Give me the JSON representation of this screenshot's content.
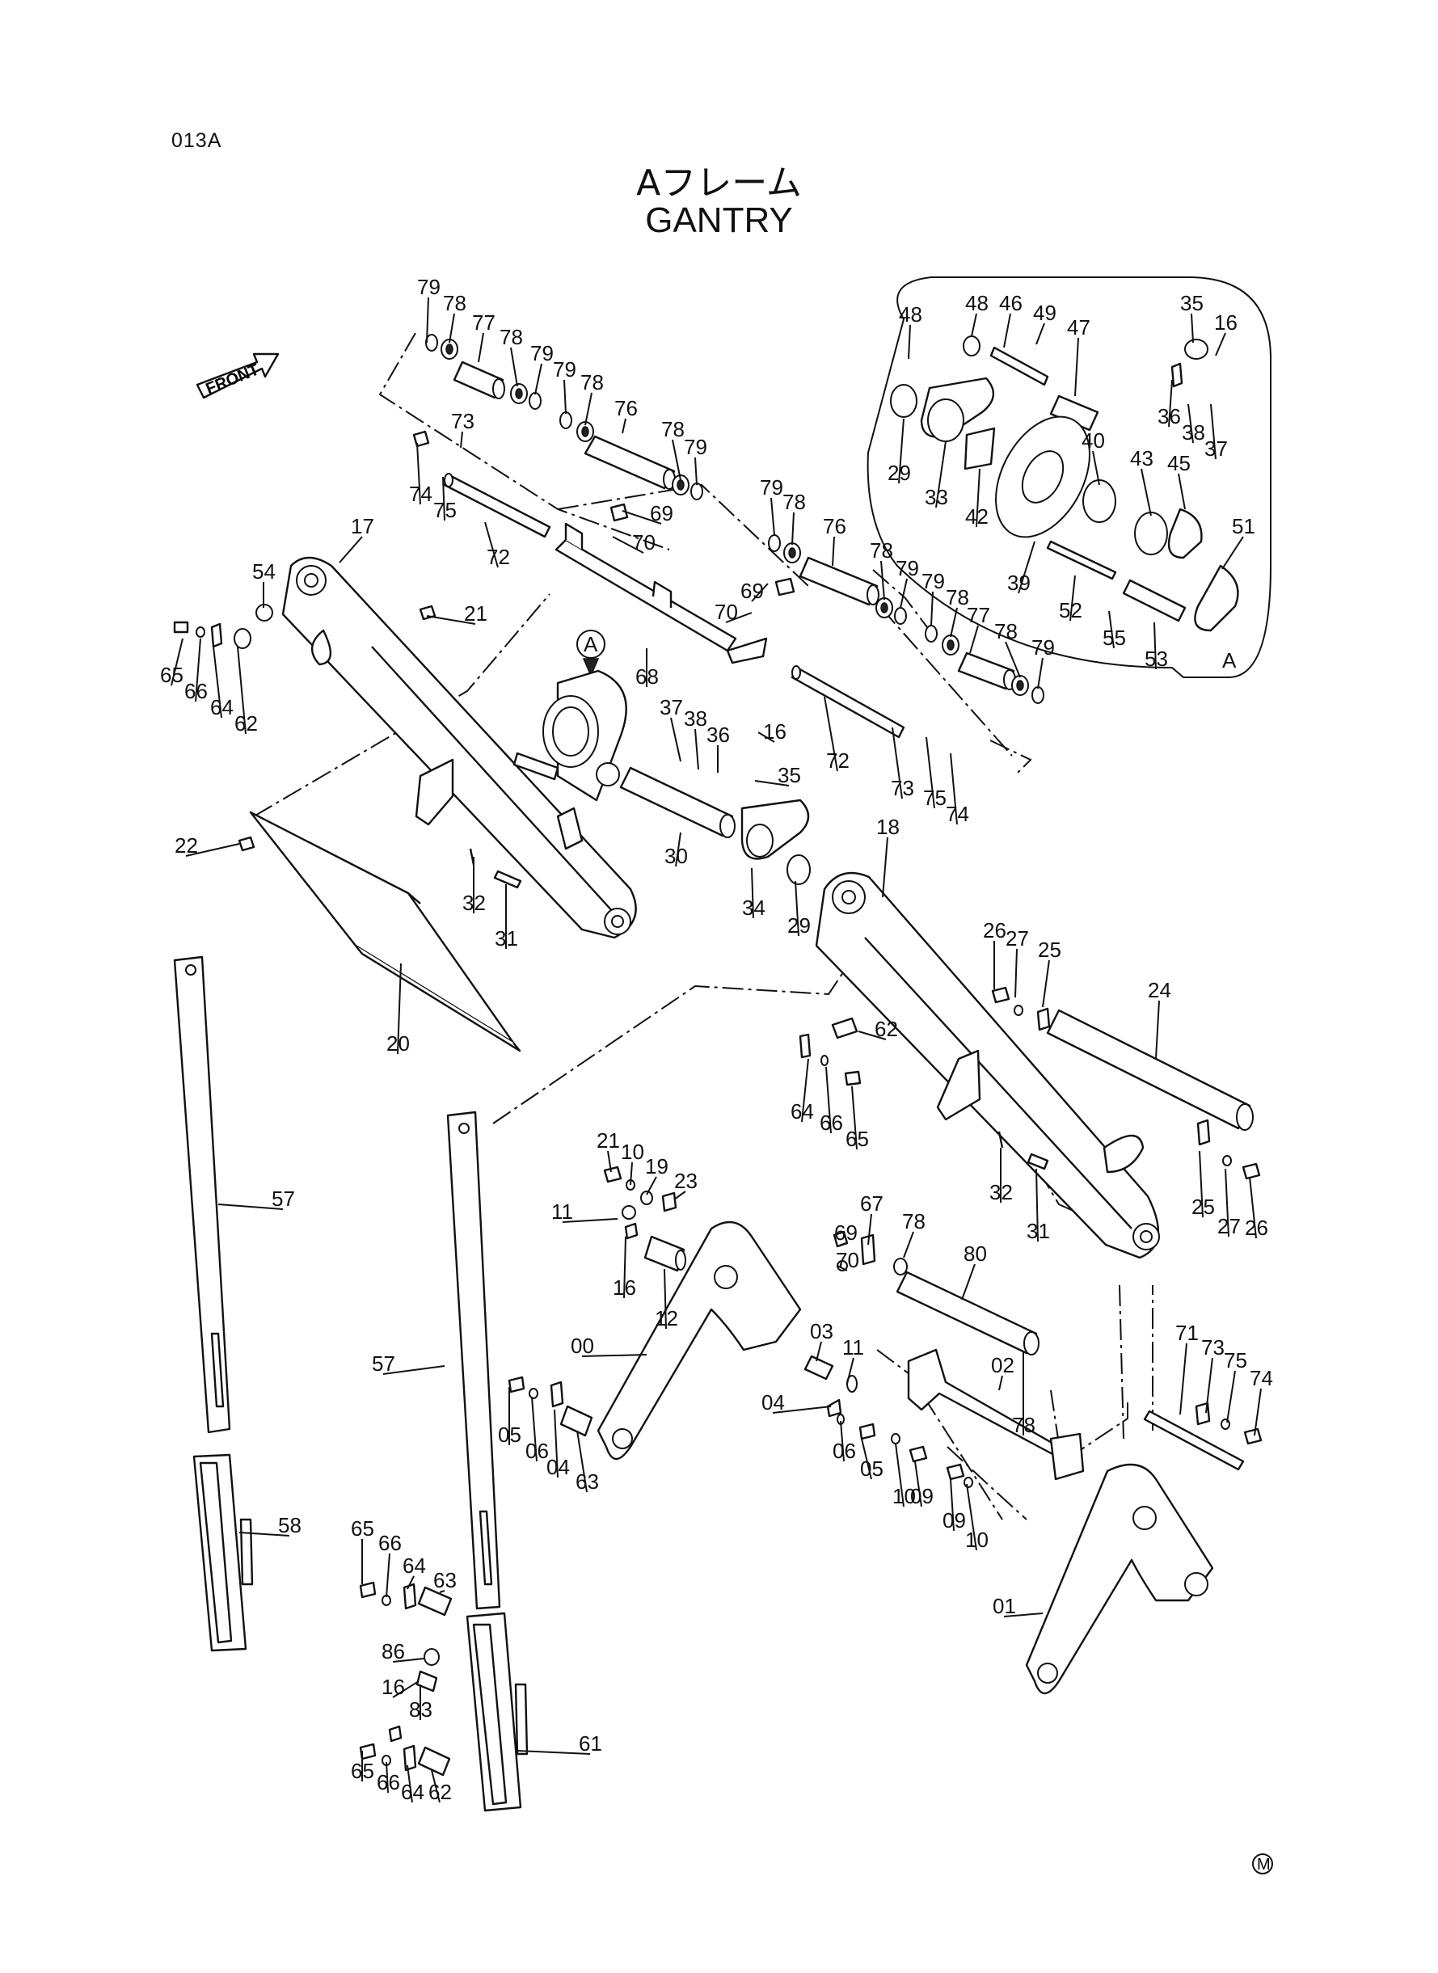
{
  "page_code": "013A",
  "title_jp": "Aフレーム",
  "title_en": "GANTRY",
  "front_label": "FRONT",
  "detail_label": "A",
  "detail_marker": "A",
  "copyright_mark": "M",
  "parts": [
    "79",
    "78",
    "77",
    "78",
    "79",
    "79",
    "78",
    "76",
    "78",
    "79",
    "73",
    "74",
    "75",
    "72",
    "69",
    "70",
    "48",
    "48",
    "46",
    "49",
    "47",
    "35",
    "16",
    "36",
    "38",
    "37",
    "29",
    "33",
    "42",
    "40",
    "43",
    "45",
    "39",
    "52",
    "55",
    "53",
    "51",
    "79",
    "78",
    "76",
    "78",
    "79",
    "69",
    "70",
    "79",
    "78",
    "77",
    "78",
    "79",
    "68",
    "73",
    "75",
    "74",
    "72",
    "17",
    "54",
    "21",
    "65",
    "66",
    "64",
    "62",
    "22",
    "32",
    "31",
    "20",
    "37",
    "38",
    "36",
    "16",
    "35",
    "30",
    "34",
    "29",
    "18",
    "26",
    "27",
    "25",
    "24",
    "62",
    "64",
    "66",
    "65",
    "32",
    "31",
    "25",
    "27",
    "26",
    "57",
    "57",
    "58",
    "21",
    "10",
    "19",
    "23",
    "11",
    "16",
    "12",
    "00",
    "67",
    "78",
    "69",
    "70",
    "80",
    "03",
    "11",
    "02",
    "78",
    "04",
    "06",
    "05",
    "05",
    "06",
    "04",
    "63",
    "10",
    "09",
    "09",
    "10",
    "71",
    "73",
    "75",
    "74",
    "01",
    "65",
    "66",
    "64",
    "63",
    "86",
    "16",
    "83",
    "61",
    "65",
    "66",
    "64",
    "62"
  ]
}
